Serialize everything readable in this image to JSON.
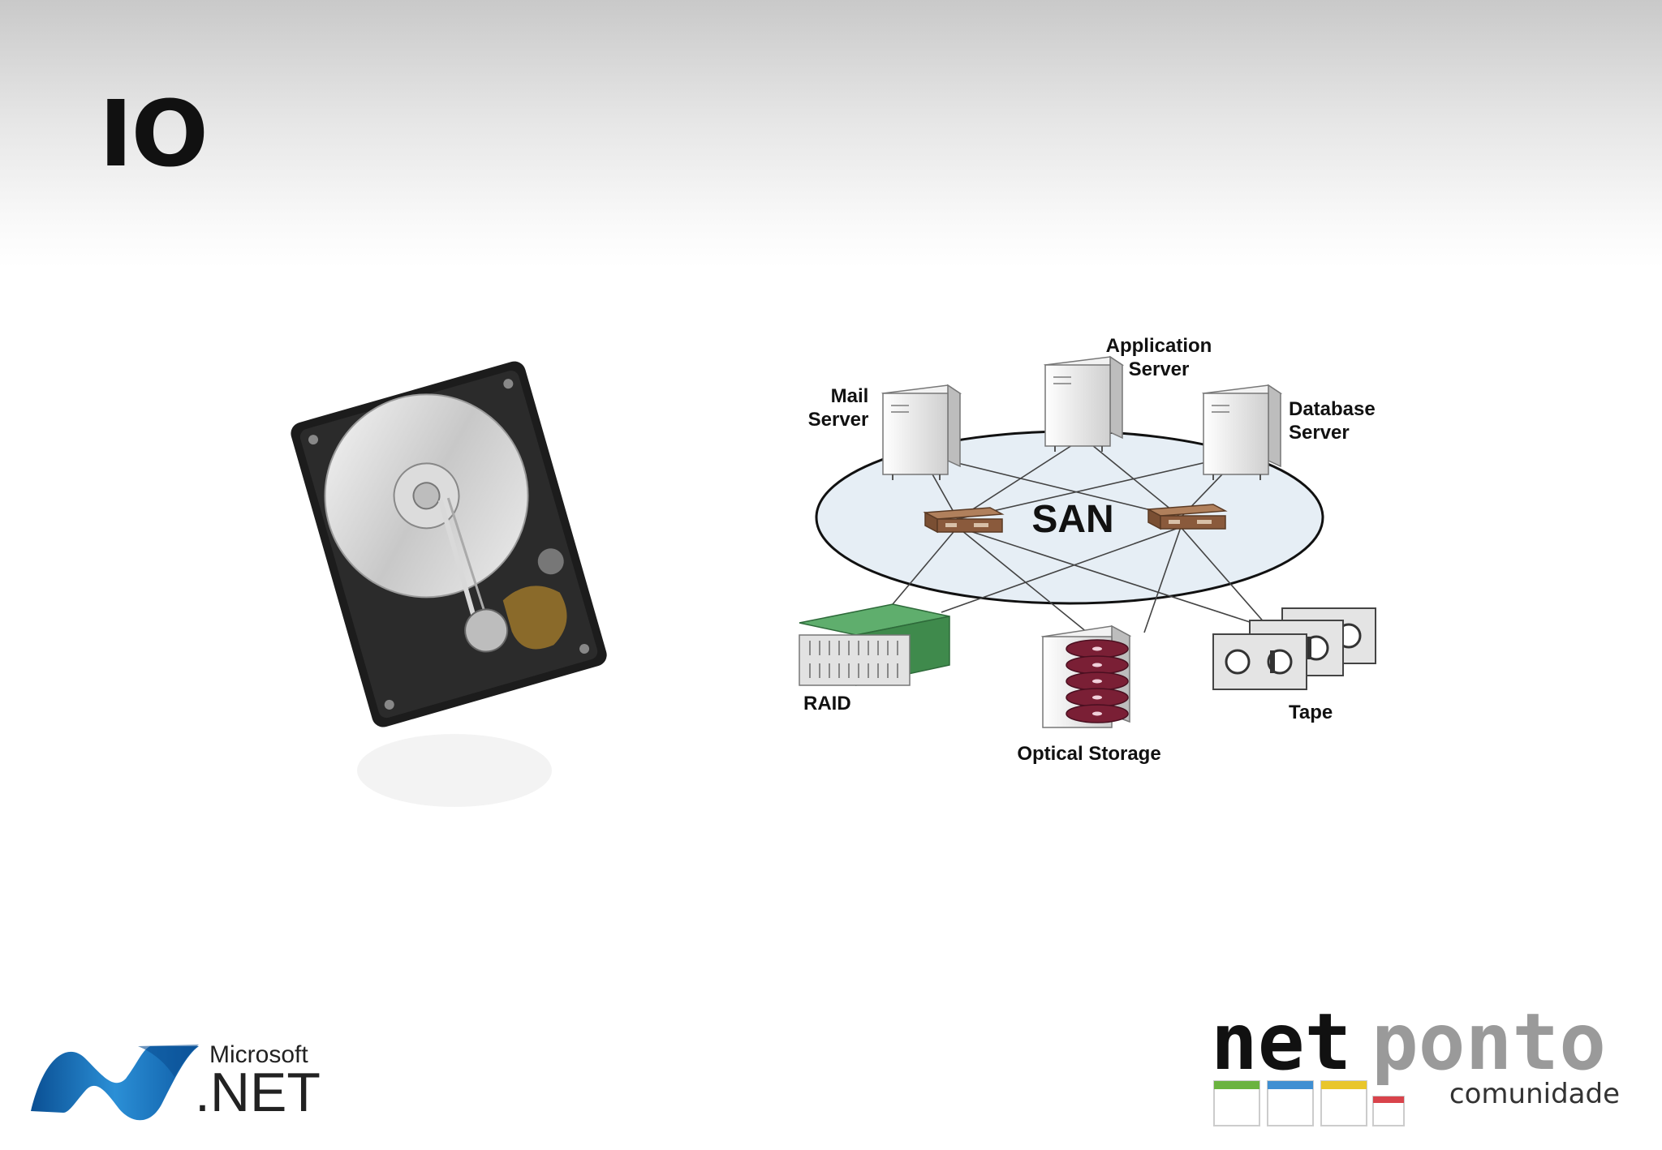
{
  "slide": {
    "title": "IO"
  },
  "san_diagram": {
    "center_label": "SAN",
    "nodes": {
      "mail_server": [
        "Mail",
        "Server"
      ],
      "application_server": [
        "Application",
        "Server"
      ],
      "database_server": [
        "Database",
        "Server"
      ],
      "raid": "RAID",
      "optical_storage": "Optical Storage",
      "tape": "Tape"
    }
  },
  "logos": {
    "microsoft": "Microsoft",
    "dotnet": ".NET",
    "netponto_dark": "net",
    "netponto_light": "ponto",
    "netponto_sub": "comunidade"
  },
  "colors": {
    "switch": "#8a5a3c",
    "raid_green": "#4f9a5e",
    "optical_disc": "#7a1f35",
    "san_ellipse_fill": "#e6eef5",
    "dotnet_blue": "#1c6fb8",
    "netponto_green": "#6bb33f",
    "netponto_blue": "#3f8fd2",
    "netponto_yellow": "#e9c62b",
    "netponto_red": "#d9434b"
  }
}
